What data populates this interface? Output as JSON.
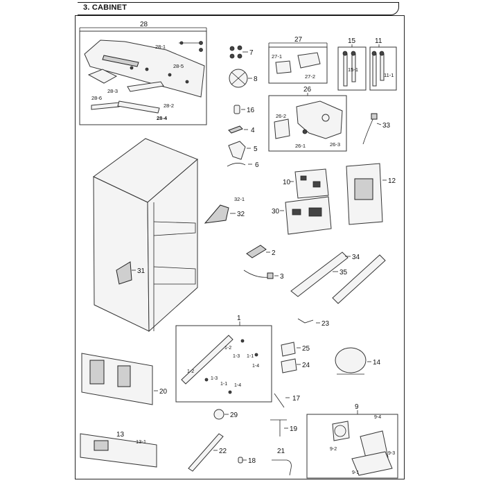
{
  "section_title": "3. CABINET",
  "boxes": {
    "b28": {
      "label": "28",
      "subs": [
        "28-1",
        "28-5",
        "28-3",
        "28-2",
        "28-6",
        "28-4"
      ]
    },
    "b27": {
      "label": "27",
      "subs": [
        "27-1",
        "27-2"
      ]
    },
    "b15": {
      "label": "15",
      "subs": [
        "15-1"
      ]
    },
    "b11": {
      "label": "11",
      "subs": [
        "11-1"
      ]
    },
    "b26": {
      "label": "26",
      "subs": [
        "26-2",
        "26-1",
        "26-3"
      ]
    },
    "b1": {
      "label": "1",
      "subs": [
        "1-2",
        "1-3",
        "1-1",
        "1-4",
        "1-2",
        "1-3",
        "1-1",
        "1-4"
      ]
    },
    "b9": {
      "label": "9",
      "subs": [
        "9-4",
        "9-2",
        "9-3",
        "9-1"
      ]
    }
  },
  "callouts": [
    "7",
    "8",
    "16",
    "4",
    "5",
    "6",
    "33",
    "10",
    "12",
    "30",
    "32-1",
    "32",
    "31",
    "2",
    "3",
    "34",
    "35",
    "23",
    "25",
    "24",
    "14",
    "20",
    "17",
    "29",
    "13",
    "13-1",
    "19",
    "22",
    "18",
    "21"
  ]
}
